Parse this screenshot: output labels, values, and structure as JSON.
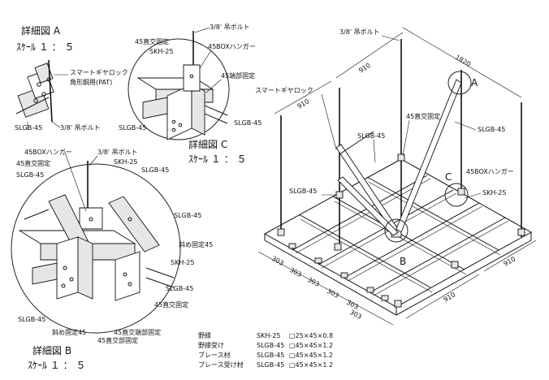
{
  "detail_a": {
    "title": "詳細図 A",
    "scale": "ｽｹｰﾙ １ ： ５",
    "label_smart_lock": "スマートギヤロック",
    "label_smart_lock_sub": "角形鋼用(PAT)",
    "label_slgb": "SLGB-45",
    "label_bolt": "3/8' 吊ボルト"
  },
  "detail_c": {
    "title": "詳細図 C",
    "scale": "ｽｹｰﾙ １ ： ５",
    "label_bolt": "3/8' 吊ボルト",
    "label_cross": "45直交固定",
    "label_skh": "SKH-25",
    "label_hanger": "45BOXハンガー",
    "label_end": "45端部固定",
    "label_slgb_left": "SLGB-45",
    "label_slgb_right": "SLGB-45"
  },
  "detail_b": {
    "title": "詳細図 B",
    "scale": "ｽｹｰﾙ １ ： ５",
    "label_hanger": "45BOXハンガー",
    "label_bolt": "3/8' 吊ボルト",
    "label_cross": "45直交固定",
    "label_skh_top": "SKH-25",
    "label_slgb_1": "SLGB-45",
    "label_slgb_2": "SLGB-45",
    "label_slgb_3": "SLGB-45",
    "label_slgb_4": "SLGB-45",
    "label_slgb_5": "SLGB-45",
    "label_diag_r": "斜め固定45",
    "label_skh_r": "SKH-25",
    "label_cross_b": "45直交固定",
    "label_diag_b": "斜め固定45",
    "label_cross_end": "45直交端部固定",
    "label_cross_fix": "45直交部固定"
  },
  "main": {
    "label_bolt": "3/8' 吊ボルト",
    "label_smart_lock": "スマートギヤロック",
    "label_cross": "45直交固定",
    "label_slgb_right": "SLGB-45",
    "label_slgb_mid": "SLGB-45",
    "label_slgb_left": "SLGB-45",
    "label_hanger": "45BOXハンガー",
    "label_skh": "SKH-25",
    "marker_a": "A",
    "marker_b": "B",
    "marker_c": "C",
    "dim_1820": "1820",
    "dim_910_top": "910",
    "dim_910_left": "910",
    "dim_910_right": "910",
    "dim_910_bottom": "910",
    "dim_303": [
      "303",
      "303",
      "303",
      "303",
      "303",
      "303"
    ]
  },
  "specs": [
    {
      "name": "野縁",
      "model": "SKH-25",
      "size": "□25×45×0.8"
    },
    {
      "name": "野縁受け",
      "model": "SLGB-45",
      "size": "□45×45×1.2"
    },
    {
      "name": "ブレース材",
      "model": "SLGB-45",
      "size": "□45×45×1.2"
    },
    {
      "name": "ブレース受け材",
      "model": "SLGB-45",
      "size": "□45×45×1.2"
    }
  ]
}
